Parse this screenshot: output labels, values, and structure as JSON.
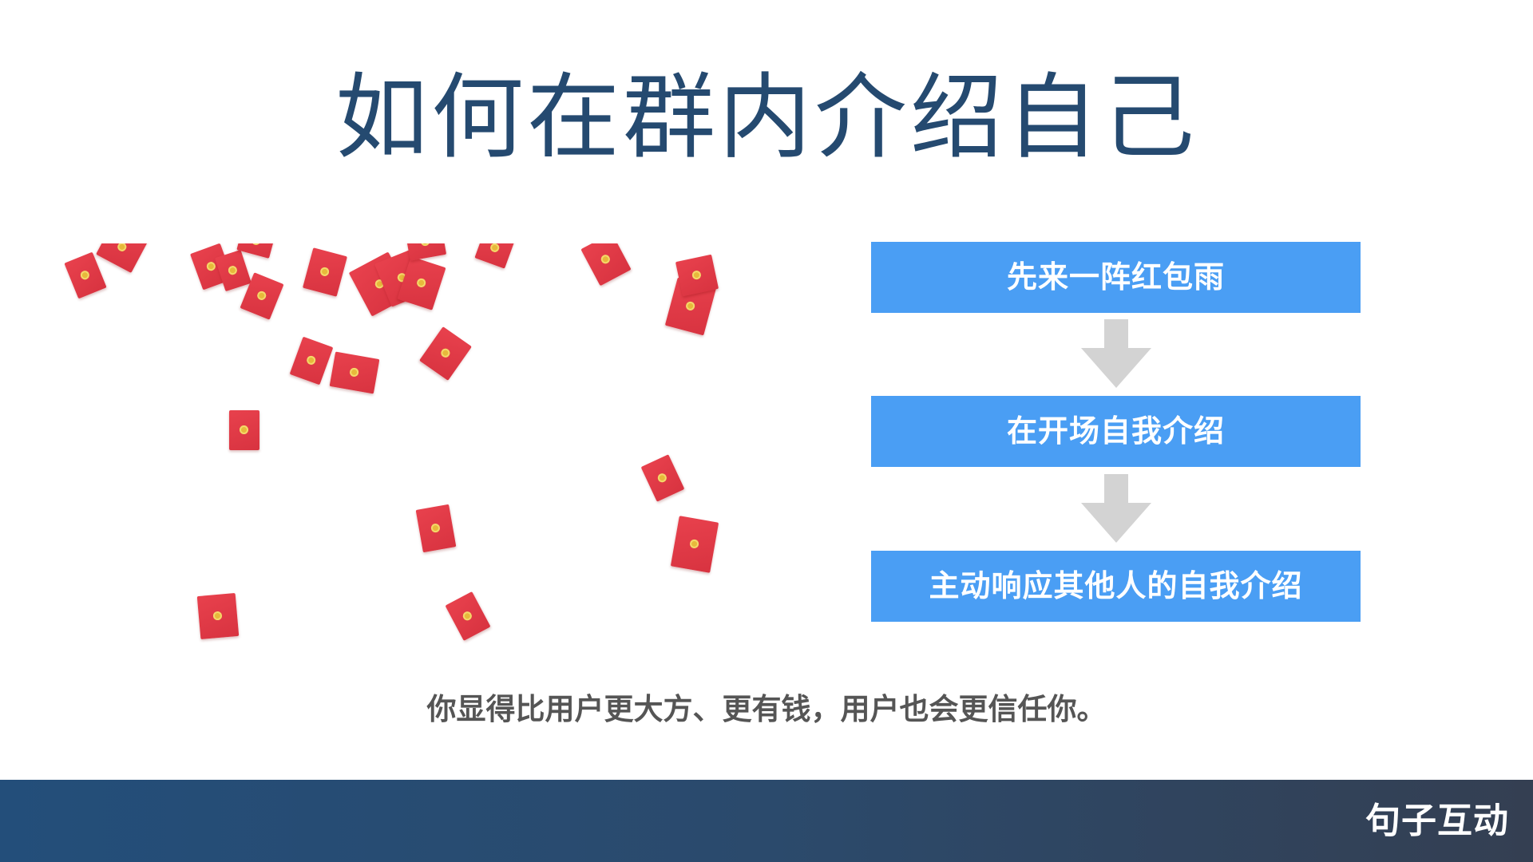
{
  "title": "如何在群内介绍自己",
  "steps": [
    "先来一阵红包雨",
    "在开场自我介绍",
    "主动响应其他人的自我介绍"
  ],
  "caption": "你显得比用户更大方、更有钱，用户也会更信任你。",
  "footer": {
    "brand": "句子互动"
  },
  "colors": {
    "title": "#254a70",
    "step_box": "#4a9ef4",
    "arrow": "#d3d3d3",
    "red_envelope": "#e03a47",
    "footer_start": "#234e7a",
    "footer_end": "#343f52"
  },
  "illustration": {
    "name": "red-envelope-rain"
  }
}
